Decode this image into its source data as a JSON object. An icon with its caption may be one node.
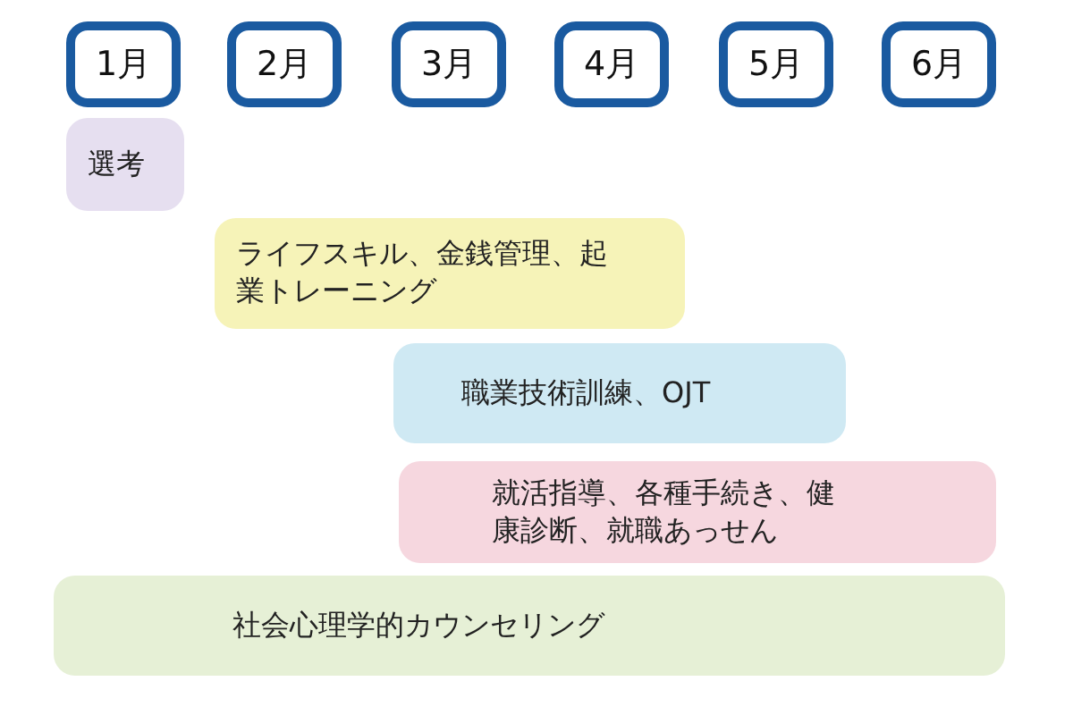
{
  "diagram": {
    "nodes": [
      {
        "text": [
          "1月"
        ]
      },
      {
        "text": [
          "2月"
        ]
      },
      {
        "text": [
          "3月"
        ]
      },
      {
        "text": [
          "4月"
        ]
      },
      {
        "text": [
          "5月"
        ]
      },
      {
        "text": [
          "6月"
        ]
      },
      {
        "text": [
          "選考"
        ]
      },
      {
        "text": [
          "ライフスキル、金銭管理、起業トレーニング"
        ]
      },
      {
        "text": [
          "職業技術訓練、OJT"
        ]
      },
      {
        "text": [
          "就活指導、各種手続き、健康診断、就職あっせん"
        ]
      },
      {
        "text": [
          "社会心理学的カウンセリング"
        ]
      }
    ]
  }
}
